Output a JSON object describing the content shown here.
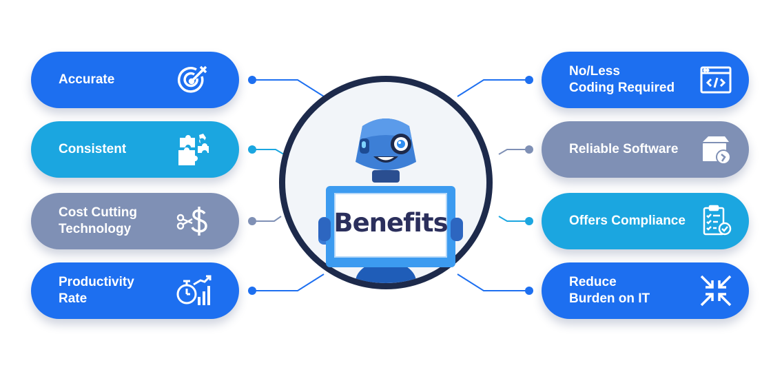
{
  "center": {
    "title": "Benefits"
  },
  "colors": {
    "blue": "#1d6ff0",
    "cyan": "#1ba6e0",
    "gray": "#7f90b5",
    "ring": "#1d2a4b"
  },
  "left_items": [
    {
      "label": "Accurate",
      "icon": "target-icon",
      "color": "blue"
    },
    {
      "label": "Consistent",
      "icon": "puzzle-icon",
      "color": "cyan"
    },
    {
      "label": "Cost Cutting\nTechnology",
      "icon": "dollar-scissors-icon",
      "color": "gray"
    },
    {
      "label": "Productivity\nRate",
      "icon": "stopwatch-chart-icon",
      "color": "blue"
    }
  ],
  "right_items": [
    {
      "label": "No/Less\nCoding Required",
      "icon": "code-window-icon",
      "color": "blue"
    },
    {
      "label": "Reliable Software",
      "icon": "software-box-icon",
      "color": "gray"
    },
    {
      "label": "Offers Compliance",
      "icon": "checklist-icon",
      "color": "cyan"
    },
    {
      "label": "Reduce\nBurden on IT",
      "icon": "compress-arrows-icon",
      "color": "blue"
    }
  ]
}
